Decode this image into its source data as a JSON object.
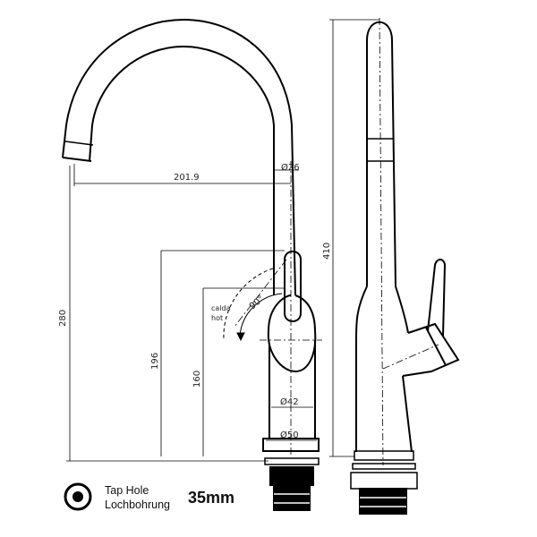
{
  "dimensions": {
    "spout_reach": "201.9",
    "spout_diameter": "Ø26",
    "total_height": "410",
    "spout_height": "280",
    "handle_height": "196",
    "body_height": "160",
    "body_diameter": "Ø42",
    "base_diameter": "Ø50",
    "rotation_angle": "90°"
  },
  "labels": {
    "hot_it": "calda",
    "hot_en": "hot"
  },
  "legend": {
    "line1": "Tap Hole",
    "line2": "Lochbohrung",
    "size": "35mm"
  }
}
